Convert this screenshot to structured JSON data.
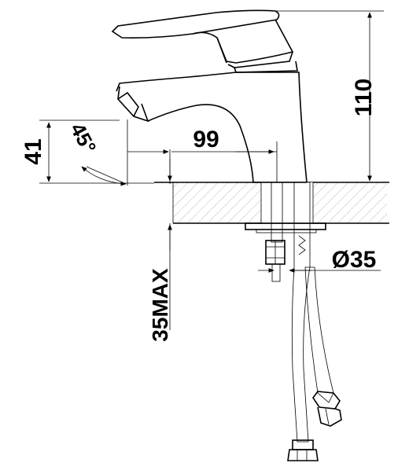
{
  "diagram": {
    "dimensions": {
      "height": "110",
      "spout_reach": "99",
      "spout_height": "41",
      "spout_angle": "45°",
      "hole_diameter": "Ø35",
      "max_deck_thickness": "35MAX"
    },
    "colors": {
      "line": "#000000",
      "hatch": "#9a9a9a",
      "background": "#ffffff"
    }
  }
}
